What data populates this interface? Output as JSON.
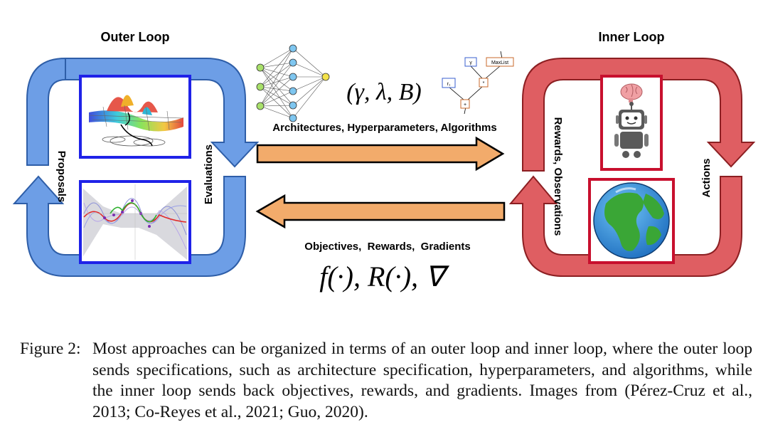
{
  "outer_loop": {
    "title": "Outer Loop",
    "left_label": "Proposals",
    "right_label": "Evaluations",
    "colors": {
      "loop": "#6d9ee6",
      "loop_edge": "#2e5ea8",
      "frame": "#1f22e8"
    }
  },
  "inner_loop": {
    "title": "Inner Loop",
    "left_label": "Rewards, Observations",
    "right_label": "Actions",
    "colors": {
      "loop": "#df5e62",
      "loop_edge": "#8c1f22",
      "frame": "#c8102e"
    }
  },
  "forward_arrow": {
    "label": "Architectures, Hyperparameters, Algorithms",
    "math": "(γ, λ, B)",
    "color": "#f2ab6b"
  },
  "backward_arrow": {
    "label": "Objectives,  Rewards,  Gradients",
    "math": "f(·), R(·), ∇",
    "color": "#f2ab6b"
  },
  "program_tree": {
    "nodes": [
      "r₁",
      "γ",
      "MaxList",
      "*",
      "+"
    ]
  },
  "caption": {
    "label": "Figure 2:",
    "text": "Most approaches can be organized in terms of an outer loop and inner loop, where the outer loop sends specifications, such as architecture specification, hyperparameters, and algorithms, while the inner loop sends back objectives, rewards, and gradients. Images from (Pérez-Cruz et al., 2013; Co-Reyes et al., 2021; Guo, 2020)."
  }
}
